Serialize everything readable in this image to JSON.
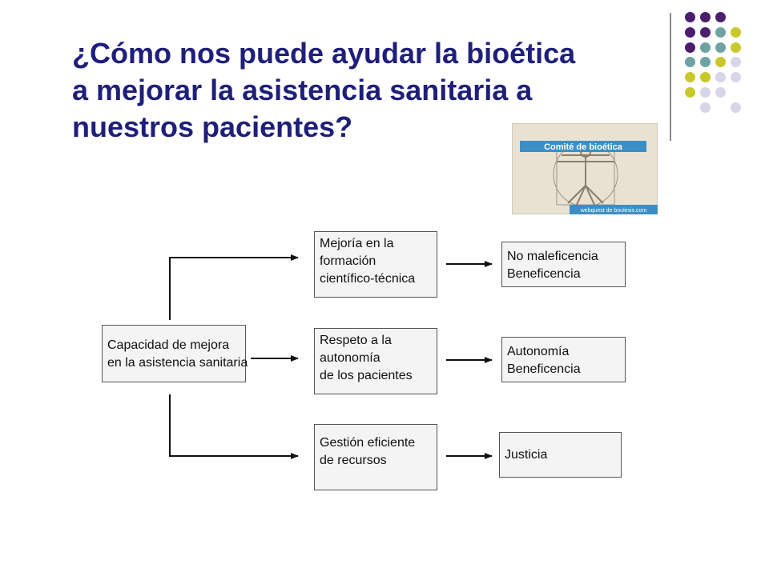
{
  "title": {
    "line1": "¿Cómo nos puede ayudar la bioética",
    "line2": "a mejorar la asistencia sanitaria a",
    "line3": "nuestros pacientes?"
  },
  "image": {
    "banner": "Comité de bioética",
    "footer": "webquest de boulesis.com"
  },
  "decoration": {
    "dot_colors": {
      "purple": "#4b1e6e",
      "teal": "#6fa3a3",
      "olive": "#c9c82a",
      "lavender": "#d6d6e8"
    }
  },
  "diagram": {
    "root": {
      "line1": "Capacidad de mejora",
      "line2": "en la asistencia sanitaria"
    },
    "middle": [
      {
        "line1": "Mejoría en la",
        "line2": "formación",
        "line3": "científico-técnica"
      },
      {
        "line1": "Respeto a la",
        "line2": "autonomía",
        "line3": "de los pacientes"
      },
      {
        "line1": "Gestión eficiente",
        "line2": "de recursos"
      }
    ],
    "outcomes": [
      {
        "line1": "No maleficencia",
        "line2": "Beneficencia"
      },
      {
        "line1": "Autonomía",
        "line2": "Beneficencia"
      },
      {
        "line1": "Justicia"
      }
    ]
  }
}
